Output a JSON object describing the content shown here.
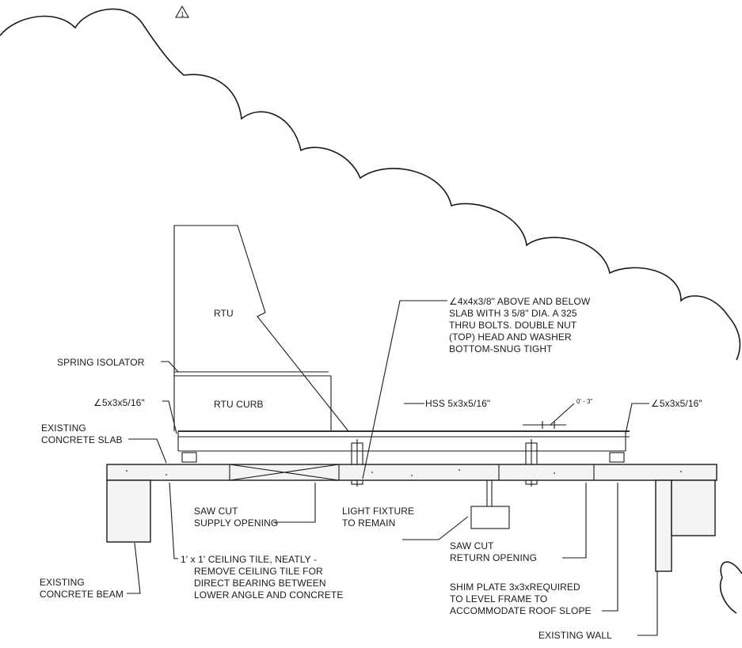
{
  "revision_marker": "1",
  "labels": {
    "rtu": "RTU",
    "rtu_curb": "RTU CURB",
    "spring_isolator": "SPRING ISOLATOR",
    "angle_left": "∠5x3x5/16\"",
    "angle_right": "∠5x3x5/16\"",
    "hss": "HSS 5x3x5/16\"",
    "dimension": "0' - 3\"",
    "existing_slab": [
      "EXISTING",
      "CONCRETE SLAB"
    ],
    "angle_note": [
      "∠4x4x3/8\" ABOVE AND BELOW",
      "SLAB WITH 3 5/8\" DIA. A 325",
      "THRU BOLTS. DOUBLE NUT",
      "(TOP) HEAD AND WASHER",
      "BOTTOM-SNUG TIGHT"
    ],
    "saw_cut_supply": [
      "SAW CUT",
      "SUPPLY OPENING"
    ],
    "light_fixture": [
      "LIGHT FIXTURE",
      "TO REMAIN"
    ],
    "saw_cut_return": [
      "SAW CUT",
      "RETURN OPENING"
    ],
    "ceiling_tile": [
      "1' x 1' CEILING TILE, NEATLY -",
      "REMOVE CEILING TILE FOR",
      "DIRECT BEARING BETWEEN",
      "LOWER ANGLE AND CONCRETE"
    ],
    "existing_beam": [
      "EXISTING",
      "CONCRETE BEAM"
    ],
    "shim_plate": [
      "SHIM PLATE 3x3xREQUIRED",
      "TO LEVEL FRAME TO",
      "ACCOMMODATE ROOF SLOPE"
    ],
    "existing_wall": "EXISTING WALL"
  }
}
